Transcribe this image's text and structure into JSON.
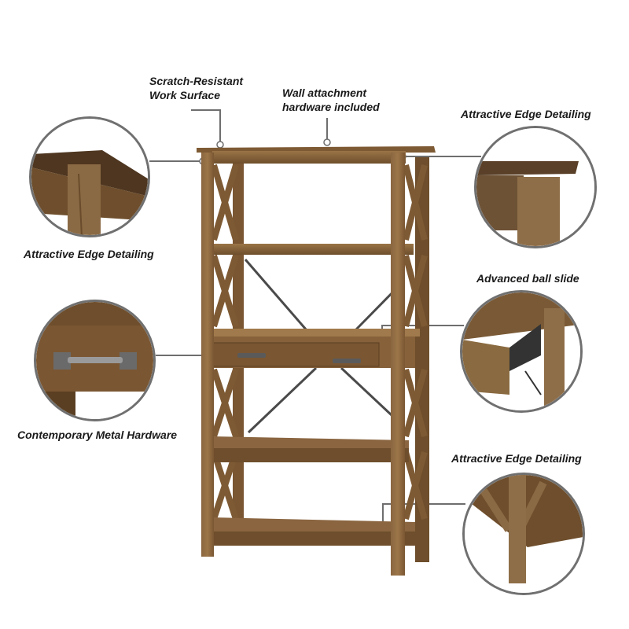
{
  "product": {
    "name": "bookshelf-with-drawer",
    "wood_color": "#7a5a35",
    "wood_light": "#9a7548",
    "wood_dark": "#4e3620",
    "metal_color": "#4a4a4a",
    "callout_line_color": "#6e6e6e"
  },
  "callouts": [
    {
      "id": "scratch-resistant",
      "text_lines": [
        "Scratch-Resistant",
        "Work Surface"
      ]
    },
    {
      "id": "wall-attachment",
      "text_lines": [
        "Wall attachment",
        "hardware included"
      ]
    },
    {
      "id": "edge-top-right",
      "text_lines": [
        "Attractive Edge Detailing"
      ]
    },
    {
      "id": "edge-top-left",
      "text_lines": [
        "Attractive Edge Detailing"
      ]
    },
    {
      "id": "ball-slide",
      "text_lines": [
        "Advanced ball slide"
      ]
    },
    {
      "id": "metal-hardware",
      "text_lines": [
        "Contemporary Metal Hardware"
      ]
    },
    {
      "id": "edge-bottom-right",
      "text_lines": [
        "Attractive Edge Detailing"
      ]
    }
  ]
}
